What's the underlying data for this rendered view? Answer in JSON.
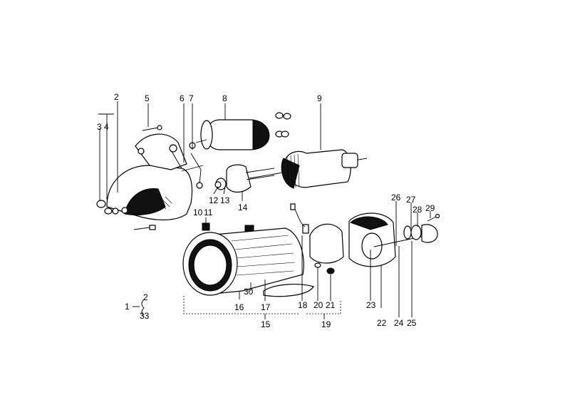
{
  "diagram": {
    "callouts": {
      "c1": "1",
      "c2": "2",
      "c2b": "2",
      "c3": "3",
      "c4": "4",
      "c5": "5",
      "c6": "6",
      "c7": "7",
      "c8": "8",
      "c9": "9",
      "c10": "10",
      "c11": "11",
      "c12": "12",
      "c13": "13",
      "c14": "14",
      "c15": "15",
      "c16": "16",
      "c17": "17",
      "c18": "18",
      "c19": "19",
      "c20": "20",
      "c21": "21",
      "c22": "22",
      "c23": "23",
      "c24": "24",
      "c25": "25",
      "c26": "26",
      "c27": "27",
      "c28": "28",
      "c29": "29",
      "c30": "30",
      "c33": "33"
    }
  }
}
